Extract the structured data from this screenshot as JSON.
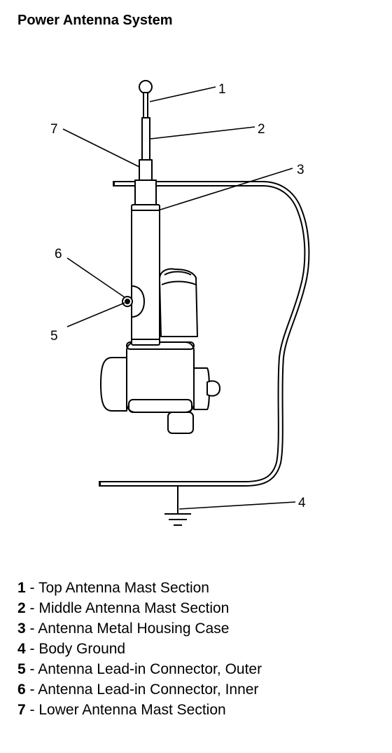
{
  "title": "Power Antenna System",
  "callouts": [
    {
      "num": "1",
      "label": "Top Antenna Mast Section"
    },
    {
      "num": "2",
      "label": "Middle Antenna Mast Section"
    },
    {
      "num": "3",
      "label": "Antenna Metal Housing Case"
    },
    {
      "num": "4",
      "label": "Body Ground"
    },
    {
      "num": "5",
      "label": "Antenna Lead-in Connector, Outer"
    },
    {
      "num": "6",
      "label": "Antenna Lead-in Connector, Inner"
    },
    {
      "num": "7",
      "label": "Lower Antenna Mast Section"
    }
  ]
}
